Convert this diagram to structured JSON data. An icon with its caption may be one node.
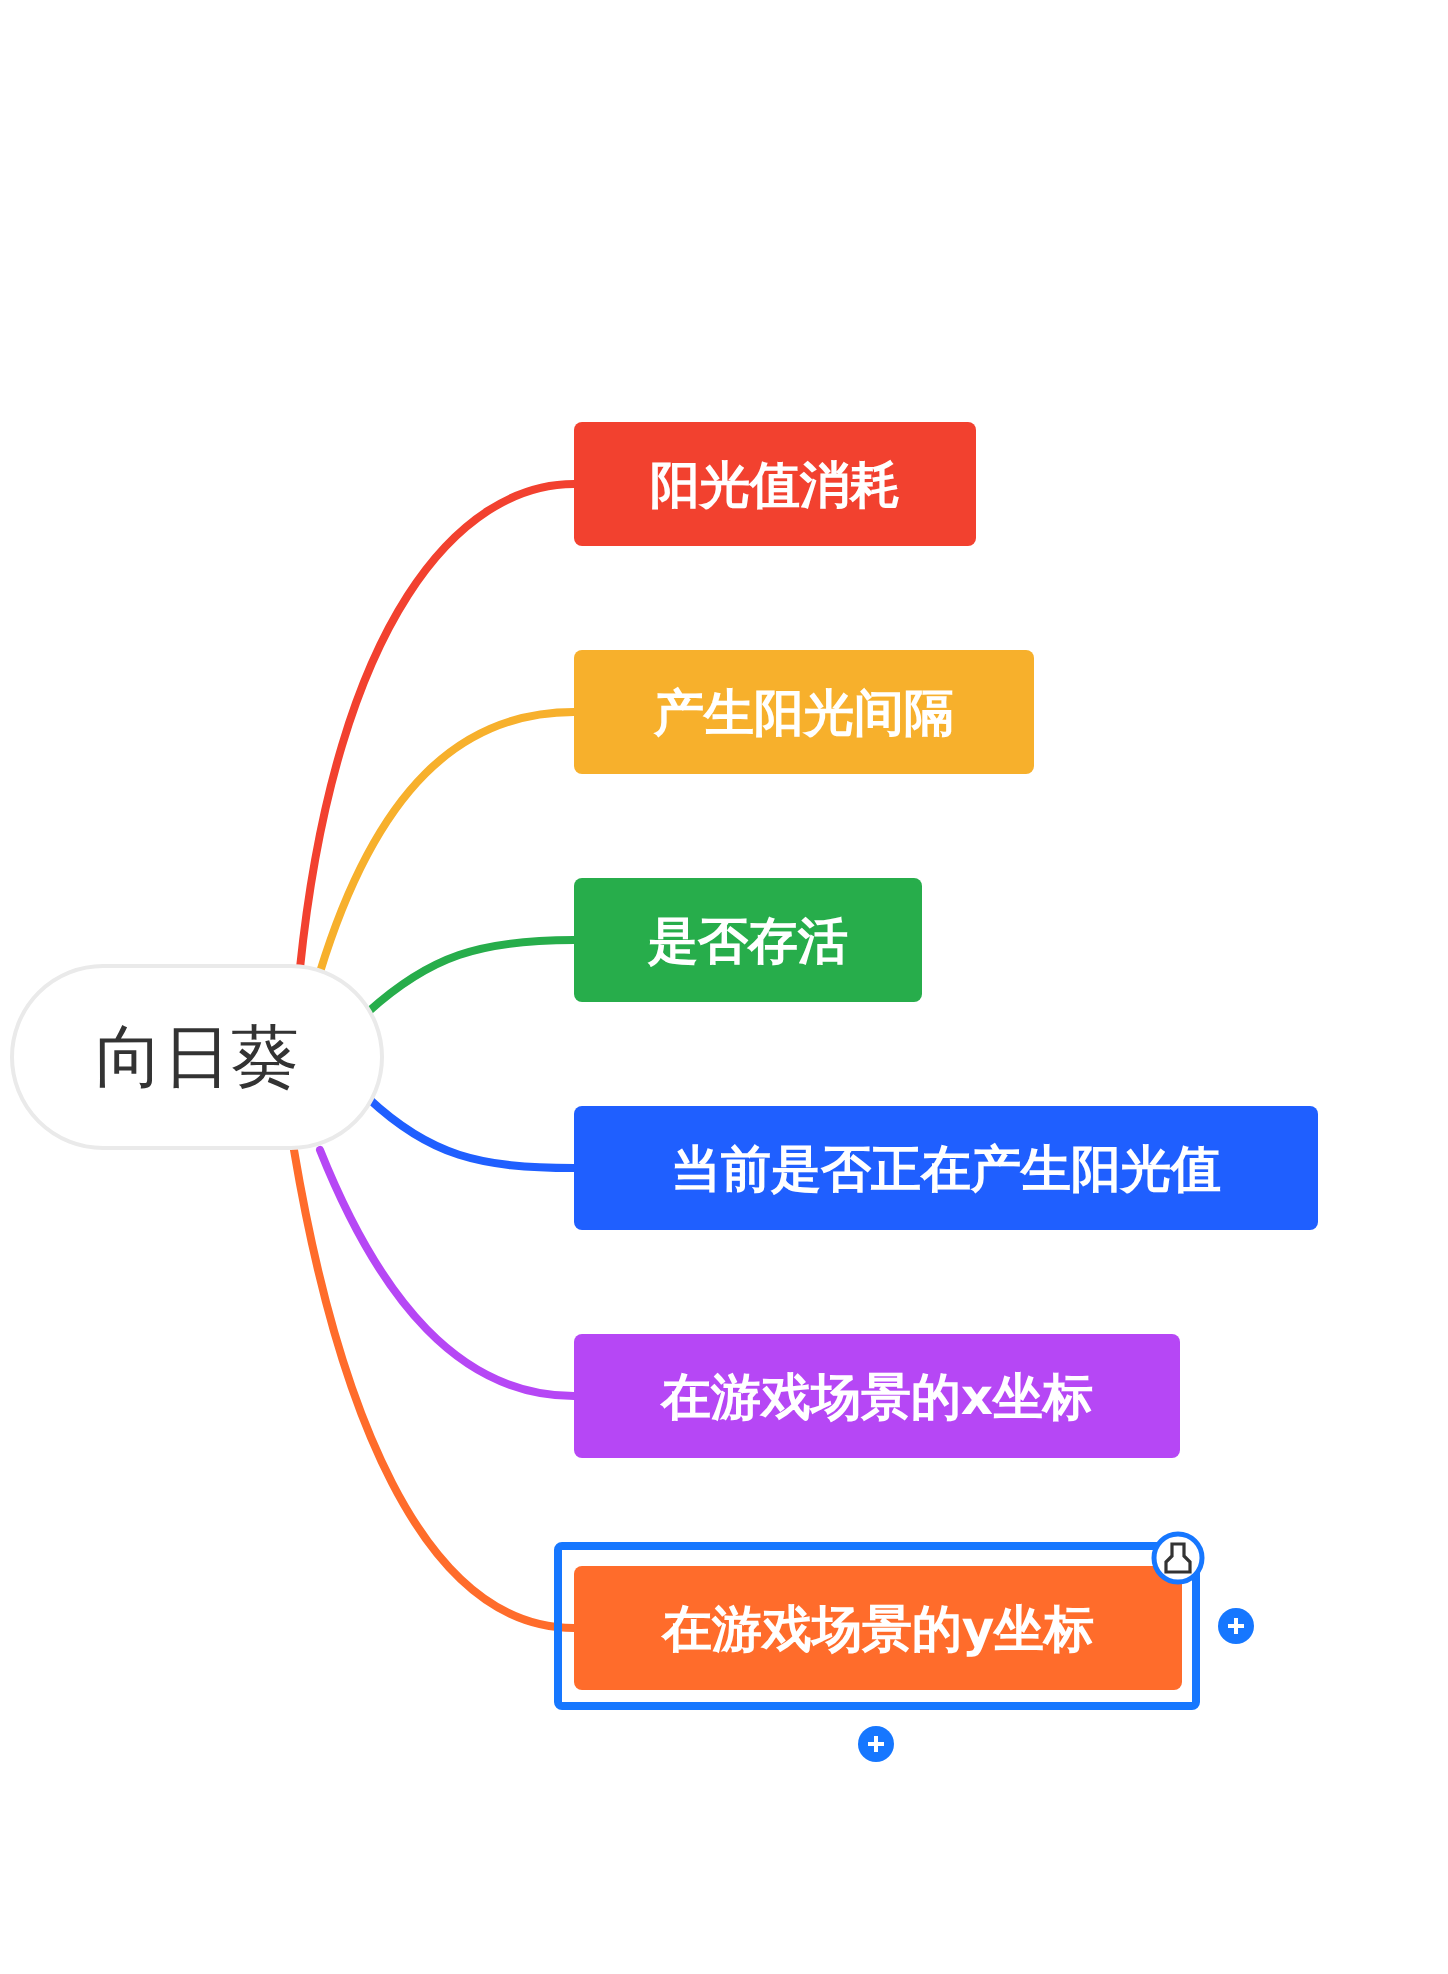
{
  "diagram": {
    "nodes": [
      {
        "text": [
          "向日葵"
        ]
      },
      {
        "text": [
          "阳光值消耗"
        ]
      },
      {
        "text": [
          "产生阳光间隔"
        ]
      },
      {
        "text": [
          "是否存活"
        ]
      },
      {
        "text": [
          "当前是否正在产生阳光值"
        ]
      },
      {
        "text": [
          "在游戏场景的x坐标"
        ]
      },
      {
        "text": [
          "在游戏场景的y坐标"
        ]
      }
    ],
    "edges": [
      {
        "from": 0,
        "to": 1,
        "arrow": "none",
        "color": "#f2412f"
      },
      {
        "from": 0,
        "to": 2,
        "arrow": "none",
        "color": "#f7b02c"
      },
      {
        "from": 0,
        "to": 3,
        "arrow": "none",
        "color": "#27ad4b"
      },
      {
        "from": 0,
        "to": 4,
        "arrow": "none",
        "color": "#1f5fff"
      },
      {
        "from": 0,
        "to": 5,
        "arrow": "none",
        "color": "#b647f5"
      },
      {
        "from": 0,
        "to": 6,
        "arrow": "none",
        "color": "#ff6c2b"
      }
    ]
  }
}
